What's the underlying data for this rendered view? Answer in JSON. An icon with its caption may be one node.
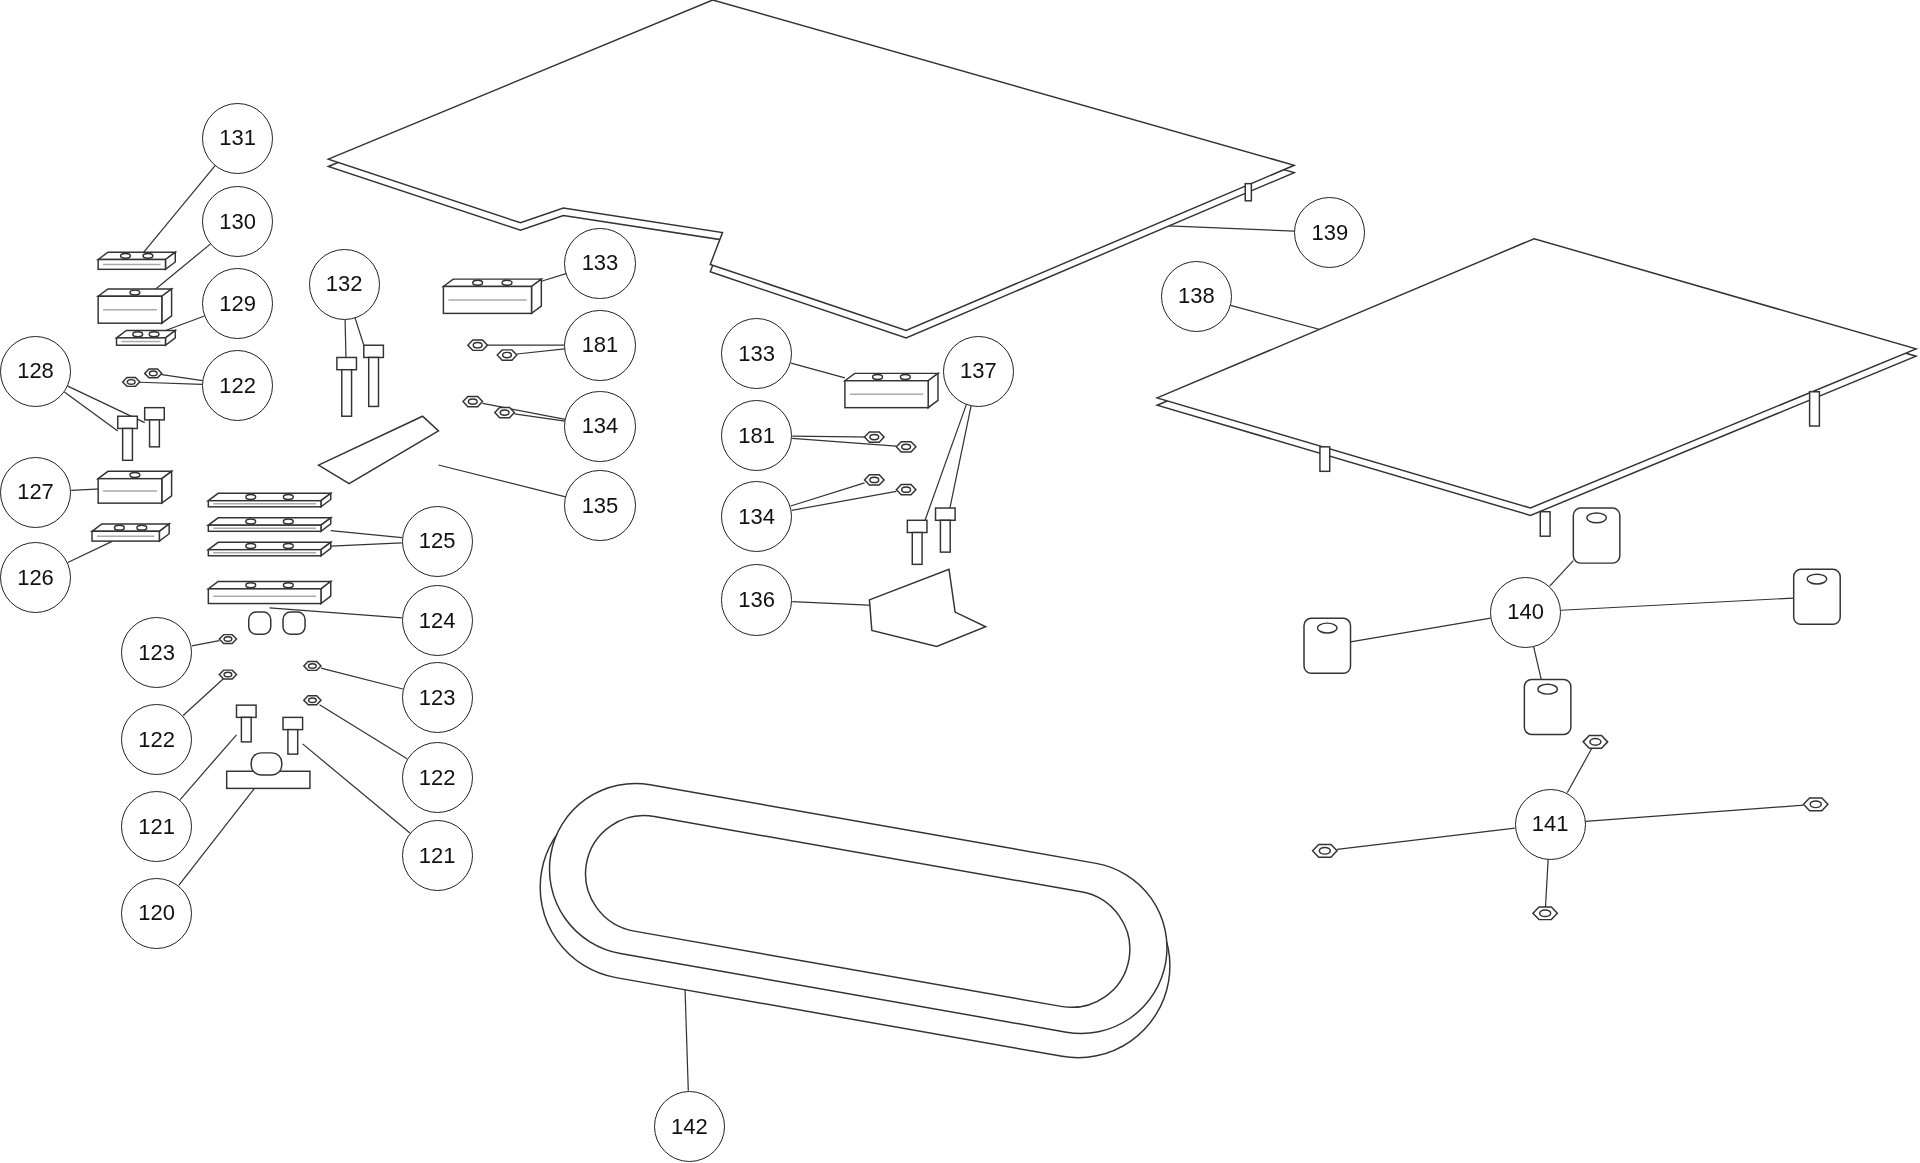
{
  "diagram": {
    "nodes": [
      {
        "text": [
          "131"
        ]
      },
      {
        "text": [
          "130"
        ]
      },
      {
        "text": [
          "139"
        ]
      },
      {
        "text": [
          "133"
        ]
      },
      {
        "text": [
          "132"
        ]
      },
      {
        "text": [
          "138"
        ]
      },
      {
        "text": [
          "129"
        ]
      },
      {
        "text": [
          "181"
        ]
      },
      {
        "text": [
          "133"
        ]
      },
      {
        "text": [
          "128"
        ]
      },
      {
        "text": [
          "137"
        ]
      },
      {
        "text": [
          "122"
        ]
      },
      {
        "text": [
          "134"
        ]
      },
      {
        "text": [
          "181"
        ]
      },
      {
        "text": [
          "127"
        ]
      },
      {
        "text": [
          "135"
        ]
      },
      {
        "text": [
          "134"
        ]
      },
      {
        "text": [
          "125"
        ]
      },
      {
        "text": [
          "126"
        ]
      },
      {
        "text": [
          "136"
        ]
      },
      {
        "text": [
          "140"
        ]
      },
      {
        "text": [
          "124"
        ]
      },
      {
        "text": [
          "123"
        ]
      },
      {
        "text": [
          "123"
        ]
      },
      {
        "text": [
          "122"
        ]
      },
      {
        "text": [
          "122"
        ]
      },
      {
        "text": [
          "141"
        ]
      },
      {
        "text": [
          "121"
        ]
      },
      {
        "text": [
          "121"
        ]
      },
      {
        "text": [
          "120"
        ]
      },
      {
        "text": [
          "142"
        ]
      },
      {
        "text": [],
        "shape": "picture"
      },
      {
        "text": [],
        "shape": "picture"
      },
      {
        "text": [],
        "shape": "picture"
      },
      {
        "text": [],
        "shape": "picture"
      },
      {
        "text": [],
        "shape": "picture"
      },
      {
        "text": [],
        "shape": "picture"
      },
      {
        "text": [],
        "shape": "picture"
      },
      {
        "text": [],
        "shape": "picture"
      },
      {
        "text": [],
        "shape": "picture"
      },
      {
        "text": [],
        "shape": "picture"
      },
      {
        "text": [],
        "shape": "picture"
      },
      {
        "text": [],
        "shape": "picture"
      },
      {
        "text": [],
        "shape": "picture"
      },
      {
        "text": [],
        "shape": "picture"
      },
      {
        "text": [],
        "shape": "picture"
      },
      {
        "text": [],
        "shape": "picture"
      },
      {
        "text": [],
        "shape": "picture"
      },
      {
        "text": [],
        "shape": "picture"
      },
      {
        "text": [],
        "shape": "picture"
      },
      {
        "text": [],
        "shape": "picture"
      },
      {
        "text": [],
        "shape": "picture"
      },
      {
        "text": [],
        "shape": "picture"
      },
      {
        "text": [],
        "shape": "picture"
      },
      {
        "text": [],
        "shape": "picture"
      },
      {
        "text": [],
        "shape": "picture"
      },
      {
        "text": [],
        "shape": "picture"
      },
      {
        "text": [],
        "shape": "picture"
      },
      {
        "text": [],
        "shape": "picture"
      },
      {
        "text": [],
        "shape": "picture"
      },
      {
        "text": [],
        "shape": "picture"
      },
      {
        "text": [],
        "shape": "picture"
      },
      {
        "text": [],
        "shape": "picture"
      },
      {
        "text": [],
        "shape": "picture"
      },
      {
        "text": [],
        "shape": "picture"
      },
      {
        "text": [],
        "shape": "picture"
      },
      {
        "text": [],
        "shape": "picture"
      },
      {
        "text": [],
        "shape": "picture"
      },
      {
        "text": [],
        "shape": "picture"
      },
      {
        "text": [],
        "shape": "picture"
      },
      {
        "text": [],
        "shape": "picture"
      },
      {
        "text": [],
        "shape": "picture"
      },
      {
        "text": [],
        "shape": "picture"
      },
      {
        "text": [],
        "shape": "picture"
      },
      {
        "text": [],
        "shape": "picture"
      },
      {
        "text": [],
        "shape": "picture"
      },
      {
        "text": [],
        "shape": "picture"
      }
    ],
    "edges": [
      {
        "from": 0,
        "to": 31,
        "arrow": "none"
      },
      {
        "from": 1,
        "to": 32,
        "arrow": "none"
      },
      {
        "from": 2,
        "to": 33,
        "arrow": "none"
      },
      {
        "from": 3,
        "to": 34,
        "arrow": "none"
      },
      {
        "from": 4,
        "to": 35,
        "arrow": "none"
      },
      {
        "from": 4,
        "to": 36,
        "arrow": "none"
      },
      {
        "from": 5,
        "to": 37,
        "arrow": "none"
      },
      {
        "from": 6,
        "to": 38,
        "arrow": "none"
      },
      {
        "from": 7,
        "to": 39,
        "arrow": "none"
      },
      {
        "from": 7,
        "to": 40,
        "arrow": "none"
      },
      {
        "from": 8,
        "to": 41,
        "arrow": "none"
      },
      {
        "from": 9,
        "to": 42,
        "arrow": "none"
      },
      {
        "from": 9,
        "to": 43,
        "arrow": "none"
      },
      {
        "from": 10,
        "to": 44,
        "arrow": "none"
      },
      {
        "from": 10,
        "to": 45,
        "arrow": "none"
      },
      {
        "from": 11,
        "to": 46,
        "arrow": "none"
      },
      {
        "from": 11,
        "to": 47,
        "arrow": "none"
      },
      {
        "from": 12,
        "to": 48,
        "arrow": "none"
      },
      {
        "from": 12,
        "to": 49,
        "arrow": "none"
      },
      {
        "from": 13,
        "to": 50,
        "arrow": "none"
      },
      {
        "from": 13,
        "to": 51,
        "arrow": "none"
      },
      {
        "from": 14,
        "to": 52,
        "arrow": "none"
      },
      {
        "from": 15,
        "to": 53,
        "arrow": "none"
      },
      {
        "from": 16,
        "to": 54,
        "arrow": "none"
      },
      {
        "from": 16,
        "to": 55,
        "arrow": "none"
      },
      {
        "from": 17,
        "to": 56,
        "arrow": "none"
      },
      {
        "from": 17,
        "to": 57,
        "arrow": "none"
      },
      {
        "from": 18,
        "to": 58,
        "arrow": "none"
      },
      {
        "from": 19,
        "to": 59,
        "arrow": "none"
      },
      {
        "from": 20,
        "to": 60,
        "arrow": "none"
      },
      {
        "from": 20,
        "to": 61,
        "arrow": "none"
      },
      {
        "from": 20,
        "to": 62,
        "arrow": "none"
      },
      {
        "from": 20,
        "to": 63,
        "arrow": "none"
      },
      {
        "from": 21,
        "to": 64,
        "arrow": "none"
      },
      {
        "from": 22,
        "to": 65,
        "arrow": "none"
      },
      {
        "from": 23,
        "to": 66,
        "arrow": "none"
      },
      {
        "from": 24,
        "to": 67,
        "arrow": "none"
      },
      {
        "from": 25,
        "to": 68,
        "arrow": "none"
      },
      {
        "from": 26,
        "to": 69,
        "arrow": "none"
      },
      {
        "from": 26,
        "to": 70,
        "arrow": "none"
      },
      {
        "from": 26,
        "to": 71,
        "arrow": "none"
      },
      {
        "from": 26,
        "to": 72,
        "arrow": "none"
      },
      {
        "from": 27,
        "to": 73,
        "arrow": "none"
      },
      {
        "from": 28,
        "to": 74,
        "arrow": "none"
      },
      {
        "from": 29,
        "to": 75,
        "arrow": "none"
      },
      {
        "from": 30,
        "to": 76,
        "arrow": "none"
      }
    ]
  }
}
